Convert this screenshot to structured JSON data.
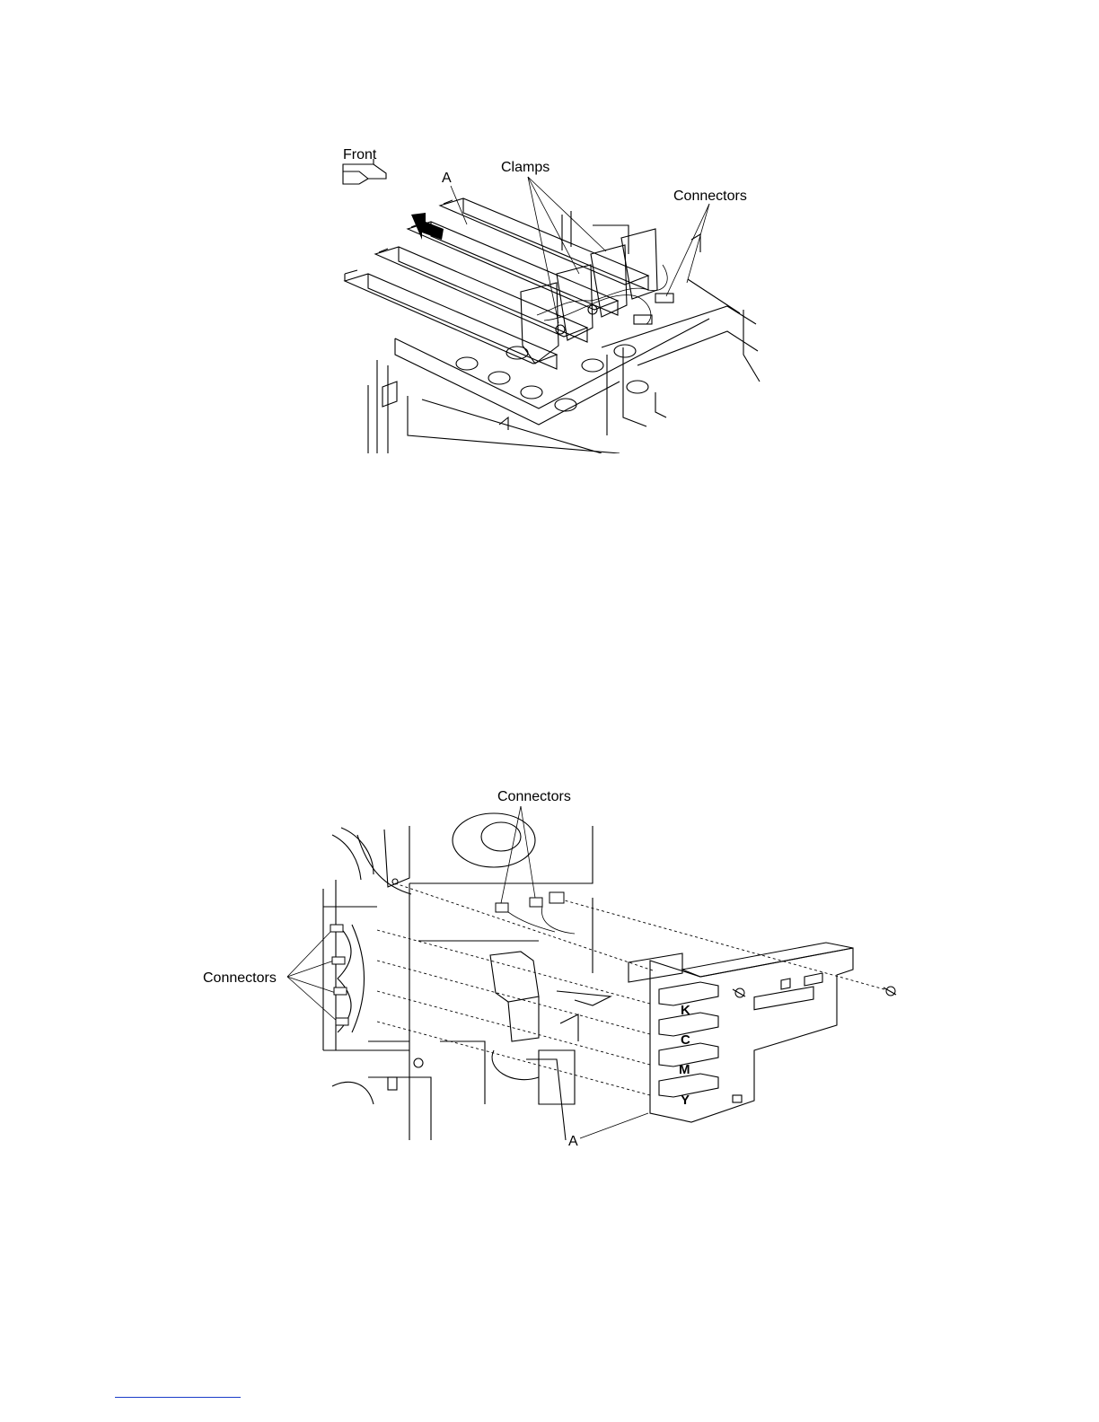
{
  "figure1": {
    "label_front": "Front",
    "label_a": "A",
    "label_clamps": "Clamps",
    "label_connectors": "Connectors"
  },
  "figure2": {
    "label_connectors_top": "Connectors",
    "label_connectors_left": "Connectors",
    "label_a": "A",
    "slot_labels": [
      "K",
      "C",
      "M",
      "Y"
    ]
  },
  "footer": {
    "link_color": "#1a3cc8"
  }
}
